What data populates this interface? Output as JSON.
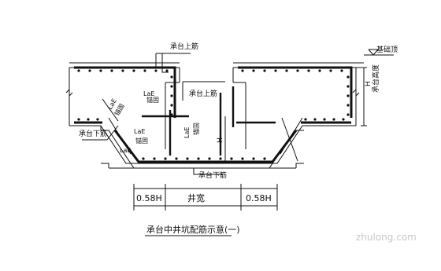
{
  "labels": {
    "top_rebar_1": "承台上筋",
    "top_rebar_2": "承台上筋",
    "bottom_rebar_left": "承台下筋",
    "bottom_rebar_center": "承台下筋",
    "foundation_top": "基础顶",
    "cap_height": "承台高度",
    "h_symbol_right": "H",
    "h_symbol_center": "H",
    "lae_1": "LaE",
    "lae_2": "LaE",
    "lae_3": "LaE",
    "lae_vertical": "LaE",
    "lae_diag": "LaE",
    "anchor_1": "锚固",
    "anchor_2": "锚固",
    "anchor_3": "锚固",
    "anchor_4": "锚固",
    "dim_left": "0.58H",
    "dim_center": "井宽",
    "dim_right": "0.58H",
    "caption": "承台中井坑配筋示意(一)",
    "watermark": "zhulong.com"
  }
}
